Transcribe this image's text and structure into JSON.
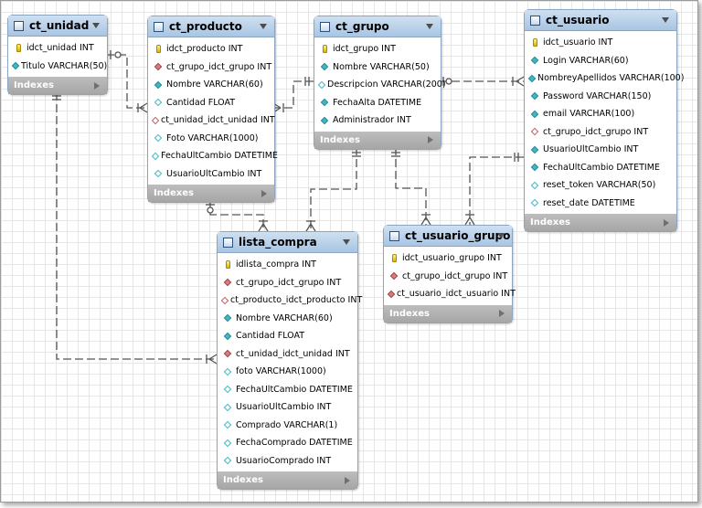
{
  "indexes_label": "Indexes",
  "colors": {
    "header_top": "#cfe0f1",
    "header_bottom": "#a8c5e3",
    "pk_key": "#e2c000",
    "fk": "#d97c7c",
    "column": "#3fb7c4",
    "indexes_bar": "#aaaaaa"
  },
  "tables": {
    "ct_unidad": {
      "name": "ct_unidad",
      "columns": [
        {
          "text": "idct_unidad INT",
          "icon": "key-icon"
        },
        {
          "text": "Titulo VARCHAR(50)",
          "icon": "column-icon"
        }
      ]
    },
    "ct_producto": {
      "name": "ct_producto",
      "columns": [
        {
          "text": "idct_producto INT",
          "icon": "key-icon"
        },
        {
          "text": "ct_grupo_idct_grupo INT",
          "icon": "foreign-key-icon"
        },
        {
          "text": "Nombre VARCHAR(60)",
          "icon": "column-icon"
        },
        {
          "text": "Cantidad FLOAT",
          "icon": "nullable-column-icon"
        },
        {
          "text": "ct_unidad_idct_unidad INT",
          "icon": "nullable-foreign-key-icon"
        },
        {
          "text": "Foto VARCHAR(1000)",
          "icon": "nullable-column-icon"
        },
        {
          "text": "FechaUltCambio DATETIME",
          "icon": "nullable-column-icon"
        },
        {
          "text": "UsuarioUltCambio INT",
          "icon": "nullable-column-icon"
        }
      ]
    },
    "ct_grupo": {
      "name": "ct_grupo",
      "columns": [
        {
          "text": "idct_grupo INT",
          "icon": "key-icon"
        },
        {
          "text": "Nombre VARCHAR(50)",
          "icon": "column-icon"
        },
        {
          "text": "Descripcion VARCHAR(200)",
          "icon": "nullable-column-icon"
        },
        {
          "text": "FechaAlta DATETIME",
          "icon": "column-icon"
        },
        {
          "text": "Administrador INT",
          "icon": "column-icon"
        }
      ]
    },
    "ct_usuario": {
      "name": "ct_usuario",
      "columns": [
        {
          "text": "idct_usuario INT",
          "icon": "key-icon"
        },
        {
          "text": "Login VARCHAR(60)",
          "icon": "column-icon"
        },
        {
          "text": "NombreyApellidos VARCHAR(100)",
          "icon": "column-icon"
        },
        {
          "text": "Password VARCHAR(150)",
          "icon": "column-icon"
        },
        {
          "text": "email VARCHAR(100)",
          "icon": "column-icon"
        },
        {
          "text": "ct_grupo_idct_grupo INT",
          "icon": "nullable-foreign-key-icon"
        },
        {
          "text": "UsuarioUltCambio INT",
          "icon": "column-icon"
        },
        {
          "text": "FechaUltCambio DATETIME",
          "icon": "column-icon"
        },
        {
          "text": "reset_token VARCHAR(50)",
          "icon": "nullable-column-icon"
        },
        {
          "text": "reset_date DATETIME",
          "icon": "nullable-column-icon"
        }
      ]
    },
    "lista_compra": {
      "name": "lista_compra",
      "columns": [
        {
          "text": "idlista_compra INT",
          "icon": "key-icon"
        },
        {
          "text": "ct_grupo_idct_grupo INT",
          "icon": "foreign-key-icon"
        },
        {
          "text": "ct_producto_idct_producto INT",
          "icon": "nullable-foreign-key-icon"
        },
        {
          "text": "Nombre VARCHAR(60)",
          "icon": "column-icon"
        },
        {
          "text": "Cantidad FLOAT",
          "icon": "column-icon"
        },
        {
          "text": "ct_unidad_idct_unidad INT",
          "icon": "foreign-key-icon"
        },
        {
          "text": "foto VARCHAR(1000)",
          "icon": "nullable-column-icon"
        },
        {
          "text": "FechaUltCambio DATETIME",
          "icon": "nullable-column-icon"
        },
        {
          "text": "UsuarioUltCambio INT",
          "icon": "nullable-column-icon"
        },
        {
          "text": "Comprado VARCHAR(1)",
          "icon": "nullable-column-icon"
        },
        {
          "text": "FechaComprado DATETIME",
          "icon": "nullable-column-icon"
        },
        {
          "text": "UsuarioComprado INT",
          "icon": "nullable-column-icon"
        }
      ]
    },
    "ct_usuario_grupo": {
      "name": "ct_usuario_grupo",
      "columns": [
        {
          "text": "idct_usuario_grupo INT",
          "icon": "key-icon"
        },
        {
          "text": "ct_grupo_idct_grupo INT",
          "icon": "foreign-key-icon"
        },
        {
          "text": "ct_usuario_idct_usuario INT",
          "icon": "foreign-key-icon"
        }
      ]
    }
  }
}
